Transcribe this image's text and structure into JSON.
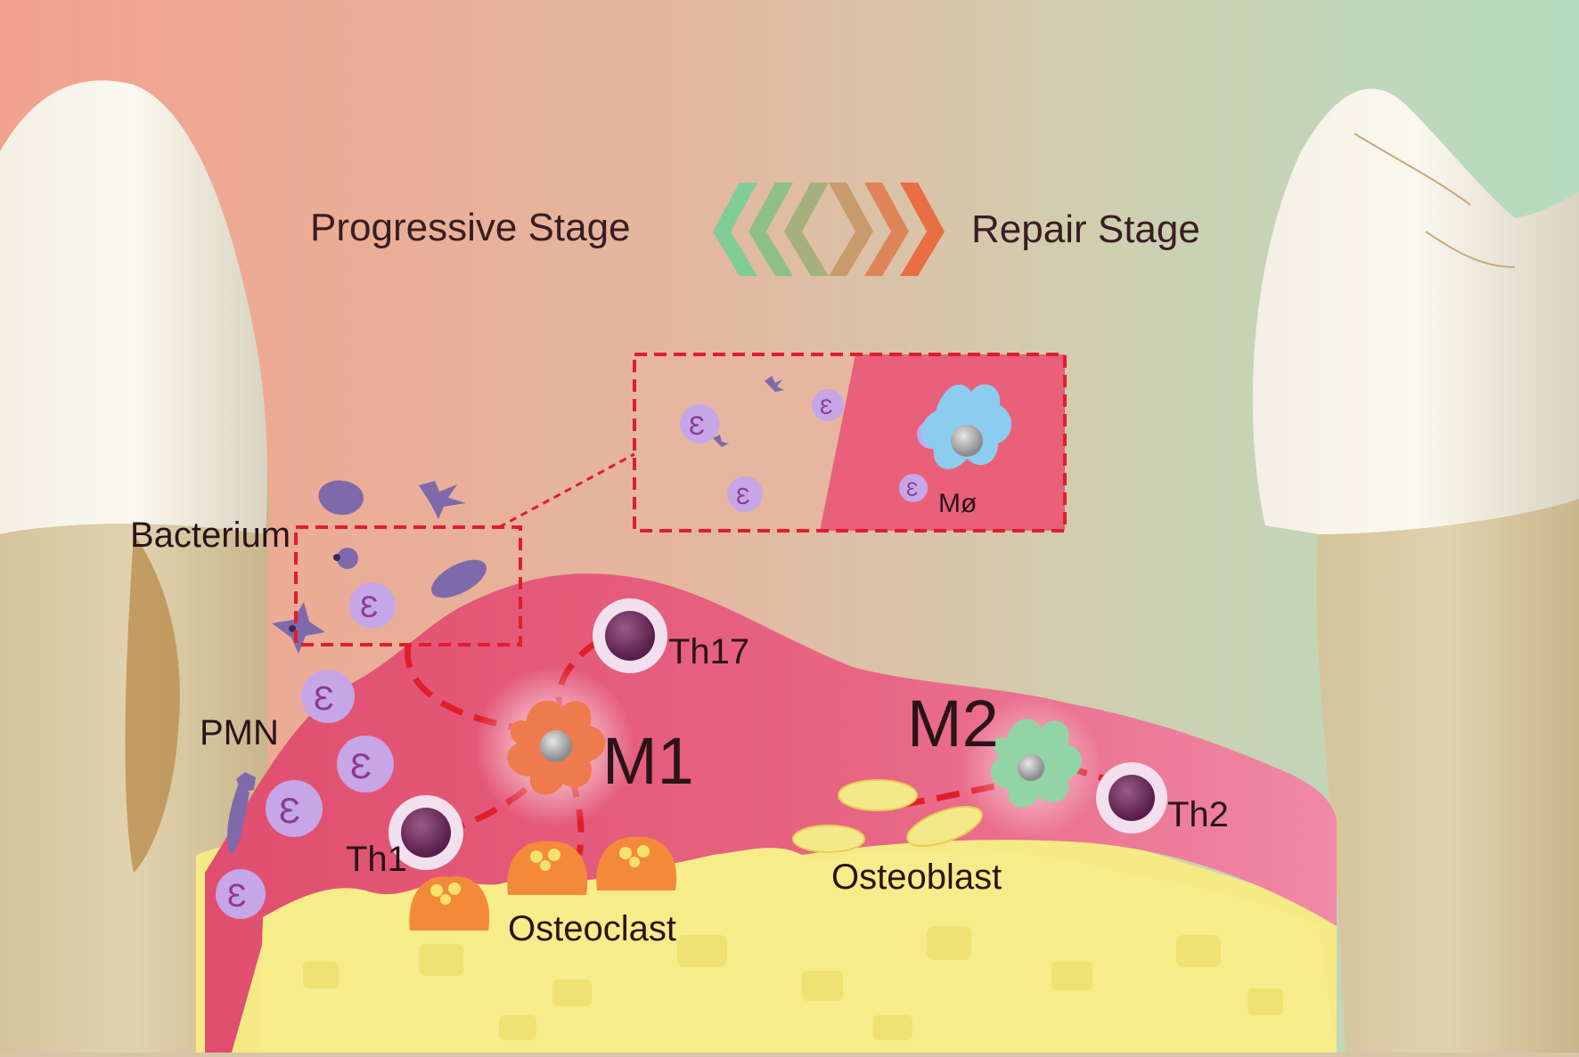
{
  "stages": {
    "progressive": "Progressive Stage",
    "repair": "Repair Stage"
  },
  "labels": {
    "bacterium": "Bacterium",
    "pmn": "PMN",
    "th17": "Th17",
    "m1": "M1",
    "m2": "M2",
    "th1": "Th1",
    "th2": "Th2",
    "osteoclast": "Osteoclast",
    "osteoblast": "Osteoblast",
    "macrophage": "Mø"
  },
  "colors": {
    "progressive_bg": "#f0a48e",
    "repair_bg": "#b7dcbf",
    "gingiva": "#e5647e",
    "bone": "#f5ea86",
    "connector": "#e01e2b",
    "m1_cell": "#ef7a4e",
    "m2_cell": "#92d4a4",
    "macrophage_cell": "#8ccdef",
    "t_cell_nucleus": "#6e2a5c",
    "pmn_cell": "#c6a6e6",
    "bacterium": "#7e6aaa"
  }
}
